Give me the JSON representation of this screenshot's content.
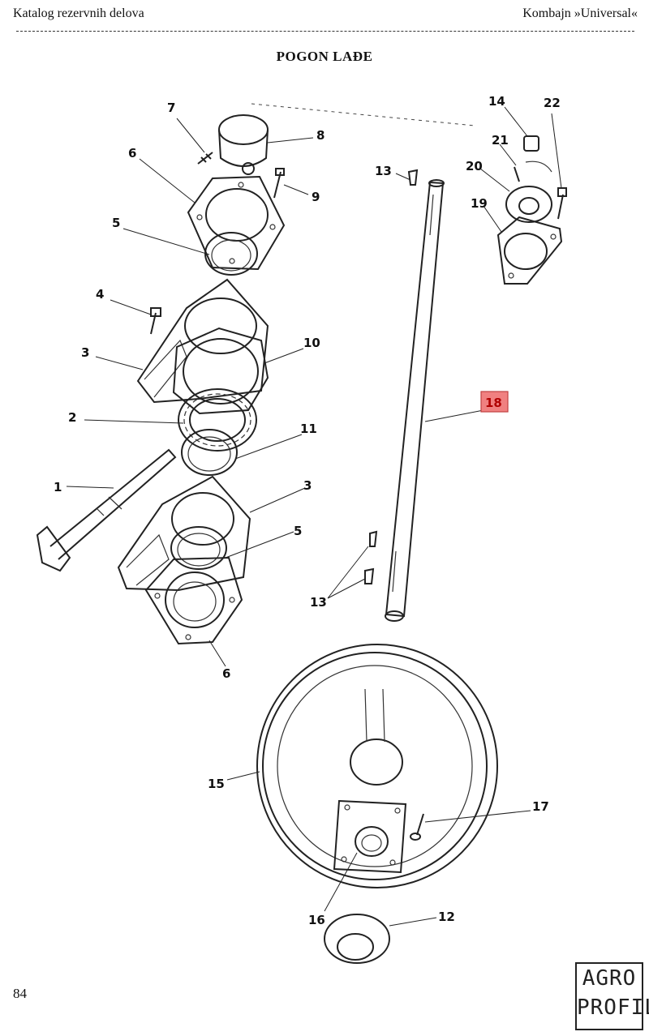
{
  "header": {
    "left": "Katalog rezervnih delova",
    "right": "Kombajn »Universal«"
  },
  "title": "POGON LAĐE",
  "page_number": "84",
  "logo": {
    "line1": "AGRO",
    "line2": "PROFIL"
  },
  "callouts": {
    "c1": "1",
    "c2": "2",
    "c3a": "3",
    "c3b": "3",
    "c4": "4",
    "c5a": "5",
    "c5b": "5",
    "c6a": "6",
    "c6b": "6",
    "c7": "7",
    "c8": "8",
    "c9": "9",
    "c10": "10",
    "c11": "11",
    "c12": "12",
    "c13a": "13",
    "c13b": "13",
    "c14": "14",
    "c15": "15",
    "c16": "16",
    "c17": "17",
    "c18": "18",
    "c19": "19",
    "c20": "20",
    "c21": "21",
    "c22": "22"
  },
  "highlight_color": "#f08080"
}
